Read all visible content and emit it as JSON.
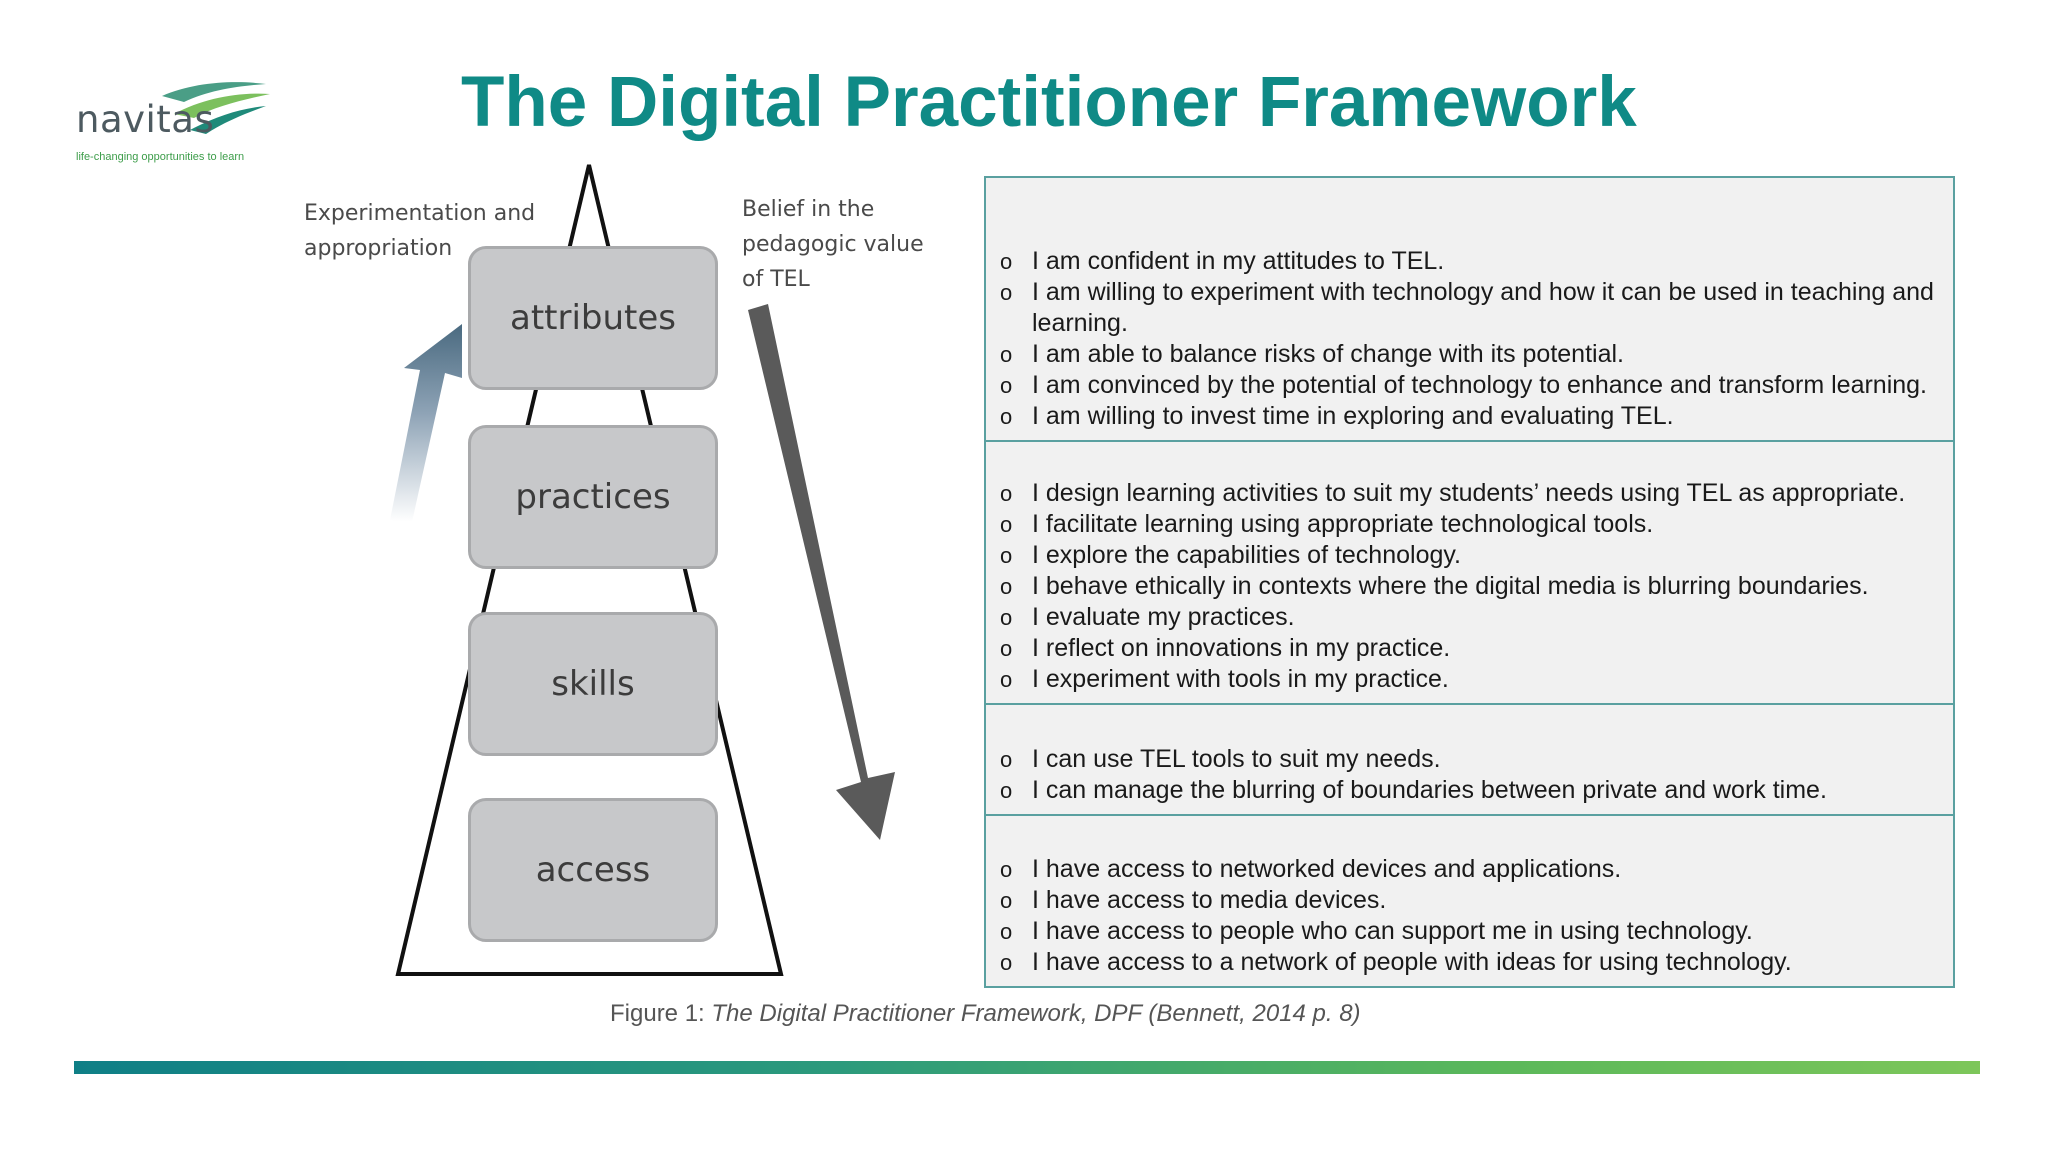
{
  "logo": {
    "word": "navitas",
    "tagline": "life-changing opportunities to learn"
  },
  "title": "The Digital Practitioner Framework",
  "diagram": {
    "left_label_lines": [
      "Experimentation and",
      "appropriation"
    ],
    "right_label_lines": [
      "Belief in the",
      "pedagogic value",
      "of TEL"
    ],
    "blocks": [
      "attributes",
      "practices",
      "skills",
      "access"
    ],
    "caption_prefix": "Figure 1: ",
    "caption_italic": "The Digital Practitioner Framework, DPF (Bennett, 2014 p. 8)"
  },
  "panel": {
    "sections": [
      {
        "items": [
          "I am confident in my attitudes to TEL.",
          "I am willing to experiment with technology and how it can be used in teaching and learning.",
          "I am able to balance risks of change with its potential.",
          "I am convinced by the potential of technology to enhance and transform learning.",
          "I am willing to invest time in exploring and evaluating TEL."
        ]
      },
      {
        "items": [
          "I design learning activities to suit my students’ needs using TEL as appropriate.",
          "I facilitate learning using appropriate technological tools.",
          "I explore the capabilities of technology.",
          "I behave ethically in contexts where the digital media is blurring boundaries.",
          "I evaluate my practices.",
          "I reflect on innovations in my practice.",
          "I experiment with tools in my practice."
        ]
      },
      {
        "items": [
          "I can use TEL tools to suit my needs.",
          "I can manage the blurring of boundaries between private and work time."
        ]
      },
      {
        "items": [
          "I have access to networked devices and applications.",
          "I have access to media devices.",
          "I have access to people who can support me in using technology.",
          "I have access to a network of people with ideas for using technology."
        ]
      }
    ]
  },
  "colors": {
    "title": "#0f8a86",
    "panel_border": "#5aa0a0",
    "panel_bg": "#f1f1f1",
    "block_fill": "#c7c8ca",
    "arrow_down": "#5a5a5a",
    "arrow_up": "#4a6a80"
  }
}
